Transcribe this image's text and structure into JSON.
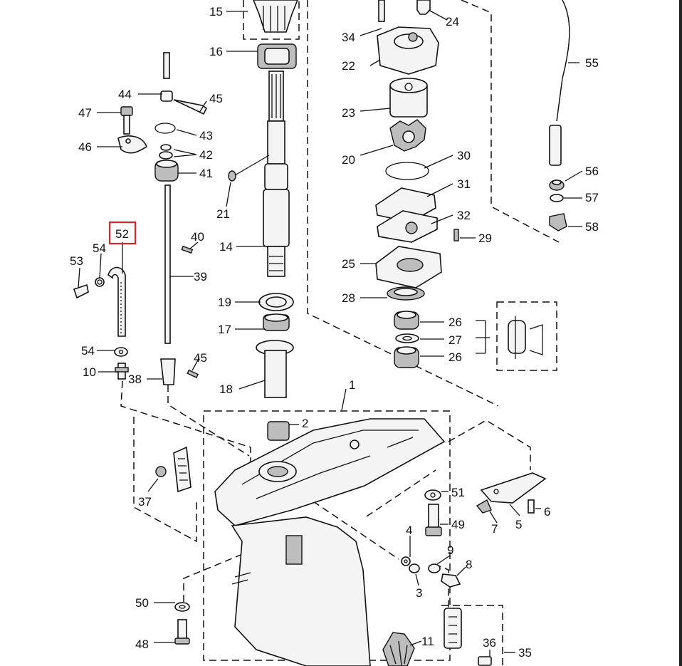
{
  "diagram": {
    "highlight_color": "#d9262b",
    "line_color": "#111111",
    "callouts": {
      "c1": "1",
      "c2": "2",
      "c3": "3",
      "c4": "4",
      "c5": "5",
      "c6": "6",
      "c7": "7",
      "c8": "8",
      "c9": "9",
      "c10": "10",
      "c11": "11",
      "c14": "14",
      "c15": "15",
      "c16": "16",
      "c17": "17",
      "c18": "18",
      "c19": "19",
      "c20": "20",
      "c21": "21",
      "c22": "22",
      "c23": "23",
      "c24": "24",
      "c25": "25",
      "c26a": "26",
      "c26b": "26",
      "c27": "27",
      "c28": "28",
      "c29": "29",
      "c30": "30",
      "c31": "31",
      "c32": "32",
      "c34": "34",
      "c35": "35",
      "c36": "36",
      "c37": "37",
      "c38": "38",
      "c39": "39",
      "c40": "40",
      "c41": "41",
      "c42": "42",
      "c43": "43",
      "c44": "44",
      "c45a": "45",
      "c45b": "45",
      "c46": "46",
      "c47": "47",
      "c48": "48",
      "c49": "49",
      "c50": "50",
      "c51": "51",
      "c52": "52",
      "c53": "53",
      "c54a": "54",
      "c54b": "54",
      "c55": "55",
      "c56": "56",
      "c57": "57",
      "c58": "58"
    }
  }
}
